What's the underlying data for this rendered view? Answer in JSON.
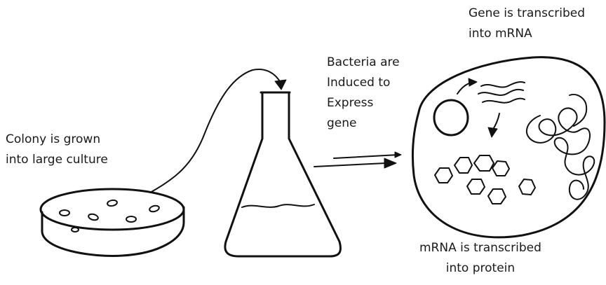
{
  "labels": {
    "colony": [
      "Colony is grown",
      "into large culture"
    ],
    "bacteria": [
      "Bacteria are",
      "Induced to",
      "Express",
      "gene"
    ],
    "gene_transcribed": [
      "Gene is transcribed",
      "into mRNA"
    ],
    "mrna_protein": [
      "mRNA is transcribed",
      "into protein"
    ]
  },
  "icons": [
    "petri-dish-icon",
    "erlenmeyer-flask-icon",
    "bacterial-cell-icon",
    "plasmid-icon",
    "protein-icon"
  ],
  "colors": {
    "ink": "#111111",
    "background": "#ffffff"
  }
}
